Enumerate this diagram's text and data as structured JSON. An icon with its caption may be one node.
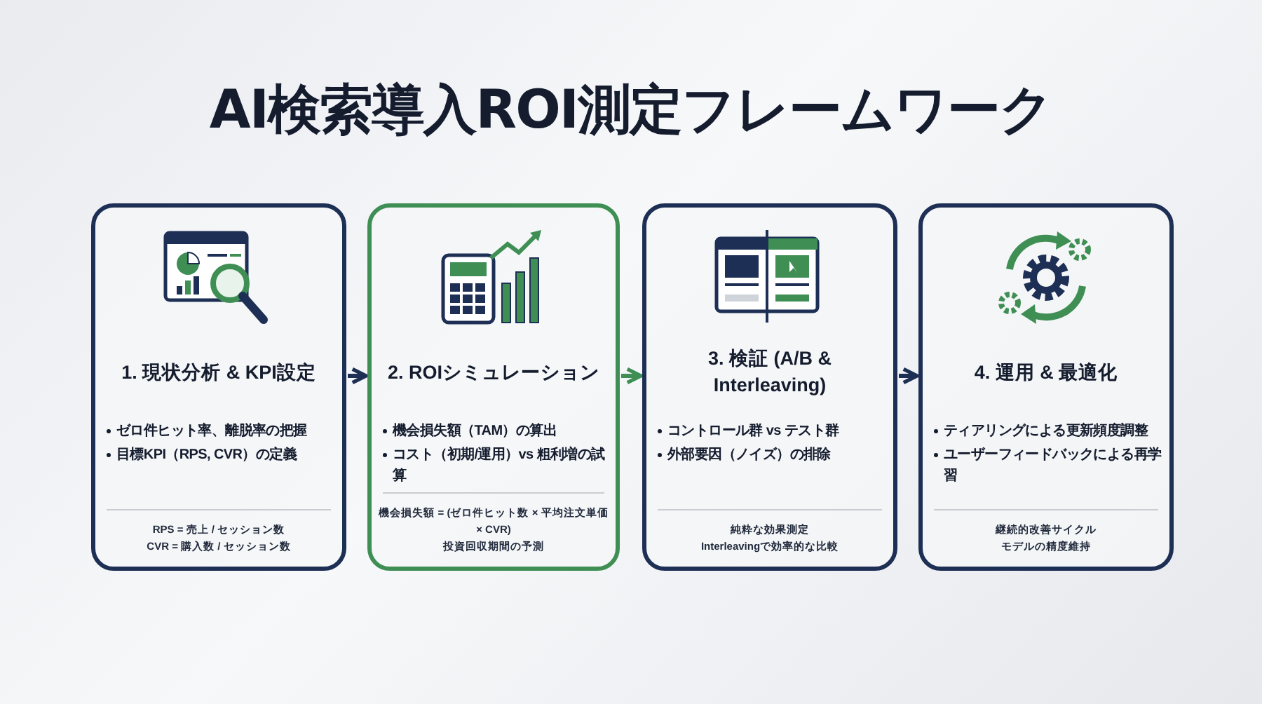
{
  "diagram": {
    "title": "AI検索導入ROI測定フレームワーク",
    "nodes": [
      {
        "text": [
          "1. 現状分析 & KPI設定",
          "ゼロ件ヒット率、離脱率の把握",
          "目標KPI（RPS, CVR）の定義",
          "RPS = 売上 / セッション数",
          "CVR = 購入数 / セッション数"
        ]
      },
      {
        "text": [
          "2. ROIシミュレーション",
          "機会損失額（TAM）の算出",
          "コスト（初期/運用）vs 粗利増の試算",
          "機会損失額 = (ゼロ件ヒット数 × 平均注文単価 × CVR)",
          "投資回収期間の予測"
        ]
      },
      {
        "text": [
          "3. 検証 (A/B & Interleaving)",
          "コントロール群 vs テスト群",
          "外部要因（ノイズ）の排除",
          "純粋な効果測定",
          "Interleavingで効率的な比較"
        ]
      },
      {
        "text": [
          "4. 運用 & 最適化",
          "ティアリングによる更新頻度調整",
          "ユーザーフィードバックによる再学習",
          "継続的改善サイクル",
          "モデルの精度維持"
        ]
      }
    ],
    "edges": [
      {
        "from": 0,
        "to": 1,
        "arrow": "to"
      },
      {
        "from": 1,
        "to": 2,
        "arrow": "to",
        "color": "#3f8f55"
      },
      {
        "from": 2,
        "to": 3,
        "arrow": "to"
      }
    ]
  }
}
